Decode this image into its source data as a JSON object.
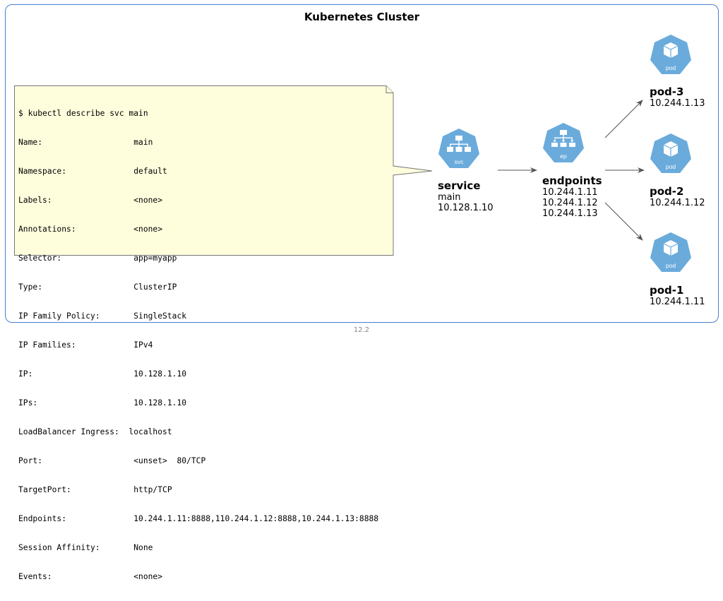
{
  "cluster": {
    "title": "Kubernetes Cluster"
  },
  "note": {
    "lines": [
      "$ kubectl describe svc main",
      "Name:                   main",
      "Namespace:              default",
      "Labels:                 <none>",
      "Annotations:            <none>",
      "Selector:               app=myapp",
      "Type:                   ClusterIP",
      "IP Family Policy:       SingleStack",
      "IP Families:            IPv4",
      "IP:                     10.128.1.10",
      "IPs:                    10.128.1.10",
      "LoadBalancer Ingress:  localhost",
      "Port:                   <unset>  80/TCP",
      "TargetPort:             http/TCP",
      "Endpoints:              10.244.1.11:8888,110.244.1.12:8888,10.244.1.13:8888",
      "Session Affinity:       None",
      "Events:                 <none>"
    ]
  },
  "service": {
    "icon_label": "svc",
    "title": "service",
    "lines": [
      "main",
      "10.128.1.10"
    ]
  },
  "endpoints": {
    "icon_label": "ep",
    "title": "endpoints",
    "lines": [
      "10.244.1.11",
      "10.244.1.12",
      "10.244.1.13"
    ]
  },
  "pods": [
    {
      "icon_label": "pod",
      "title": "pod-3",
      "ip": "10.244.1.13"
    },
    {
      "icon_label": "pod",
      "title": "pod-2",
      "ip": "10.244.1.12"
    },
    {
      "icon_label": "pod",
      "title": "pod-1",
      "ip": "10.244.1.11"
    }
  ],
  "footer": "12.2",
  "colors": {
    "icon": "#6aabdc",
    "cluster_border": "#4a7fd1",
    "note_fill": "#fefedd"
  }
}
